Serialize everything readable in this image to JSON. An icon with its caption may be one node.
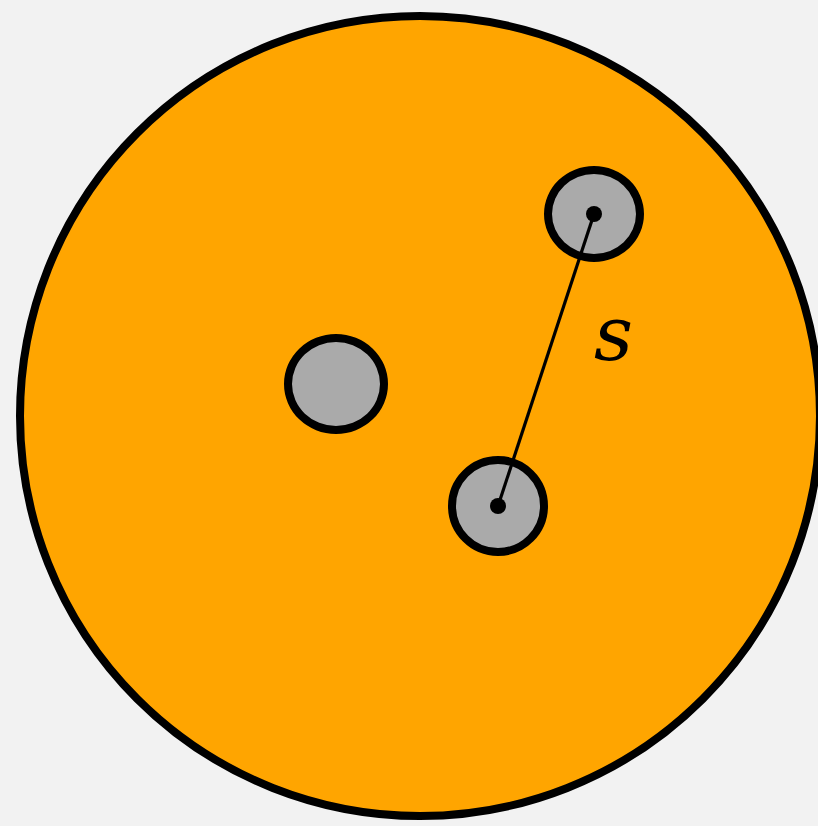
{
  "diagram": {
    "nodes": [
      {
        "text": [],
        "shape": "circle"
      },
      {
        "text": [],
        "shape": "circle",
        "in": 0
      },
      {
        "text": [],
        "shape": "circle",
        "in": 0
      },
      {
        "text": [],
        "shape": "circle",
        "in": 0
      }
    ],
    "edges": [
      {
        "from": 1,
        "to": 3,
        "arrow": "other",
        "label": "s"
      }
    ]
  }
}
